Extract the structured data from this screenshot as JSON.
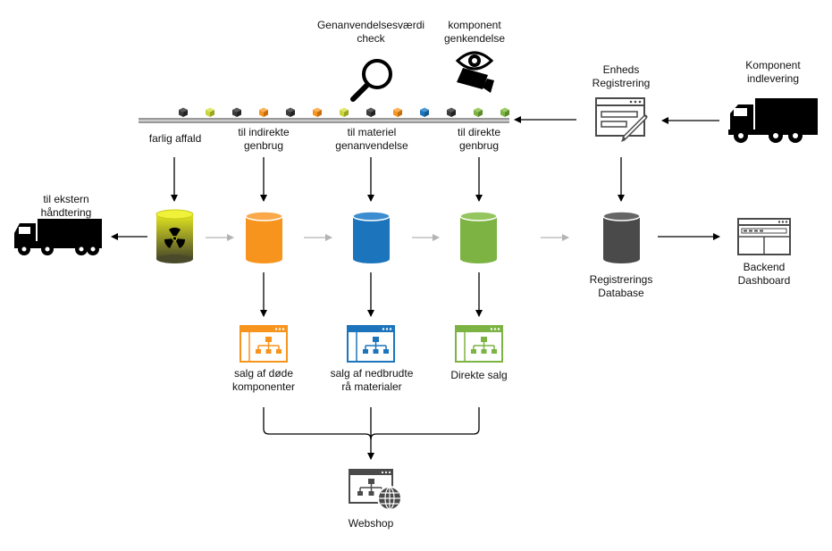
{
  "labels": {
    "top_check": [
      "Genanvendelsesværdi",
      "check"
    ],
    "top_recognition": [
      "komponent",
      "genkendelse"
    ],
    "unit_registration": [
      "Enheds",
      "Registrering"
    ],
    "component_delivery": [
      "Komponent",
      "indlevering"
    ],
    "hazardous": "farlig affald",
    "indirect_reuse": [
      "til indirekte",
      "genbrug"
    ],
    "material_recycling": [
      "til materiel",
      "genanvendelse"
    ],
    "direct_reuse": [
      "til direkte",
      "genbrug"
    ],
    "external_handling": [
      "til ekstern",
      "håndtering"
    ],
    "registration_db": [
      "Registrerings",
      "Database"
    ],
    "backend_dashboard": [
      "Backend",
      "Dashboard"
    ],
    "sale_dead": [
      "salg af døde",
      "komponenter"
    ],
    "sale_raw": [
      "salg af nedbrudte",
      "rå materialer"
    ],
    "direct_sale": "Direkte salg",
    "webshop": "Webshop"
  },
  "icons": {
    "check": "magnifier-icon",
    "recognition": "eye-camera-icon",
    "registration": "form-pencil-icon",
    "truck_in": "truck-icon",
    "truck_out": "truck-icon",
    "dashboard": "dashboard-window-icon",
    "webshop": "webshop-globe-icon"
  },
  "colors": {
    "hazard": "#d9e021",
    "indirect": "#f7941d",
    "material": "#1c75bc",
    "direct": "#7cb342",
    "database": "#4a4a4a",
    "arrow": "#000000",
    "arrow_light": "#b3b3b3"
  },
  "conveyor_boxes": [
    "dark",
    "yellow",
    "dark",
    "orange",
    "dark",
    "orange",
    "yellow",
    "dark",
    "orange",
    "blue",
    "dark",
    "green",
    "green"
  ]
}
